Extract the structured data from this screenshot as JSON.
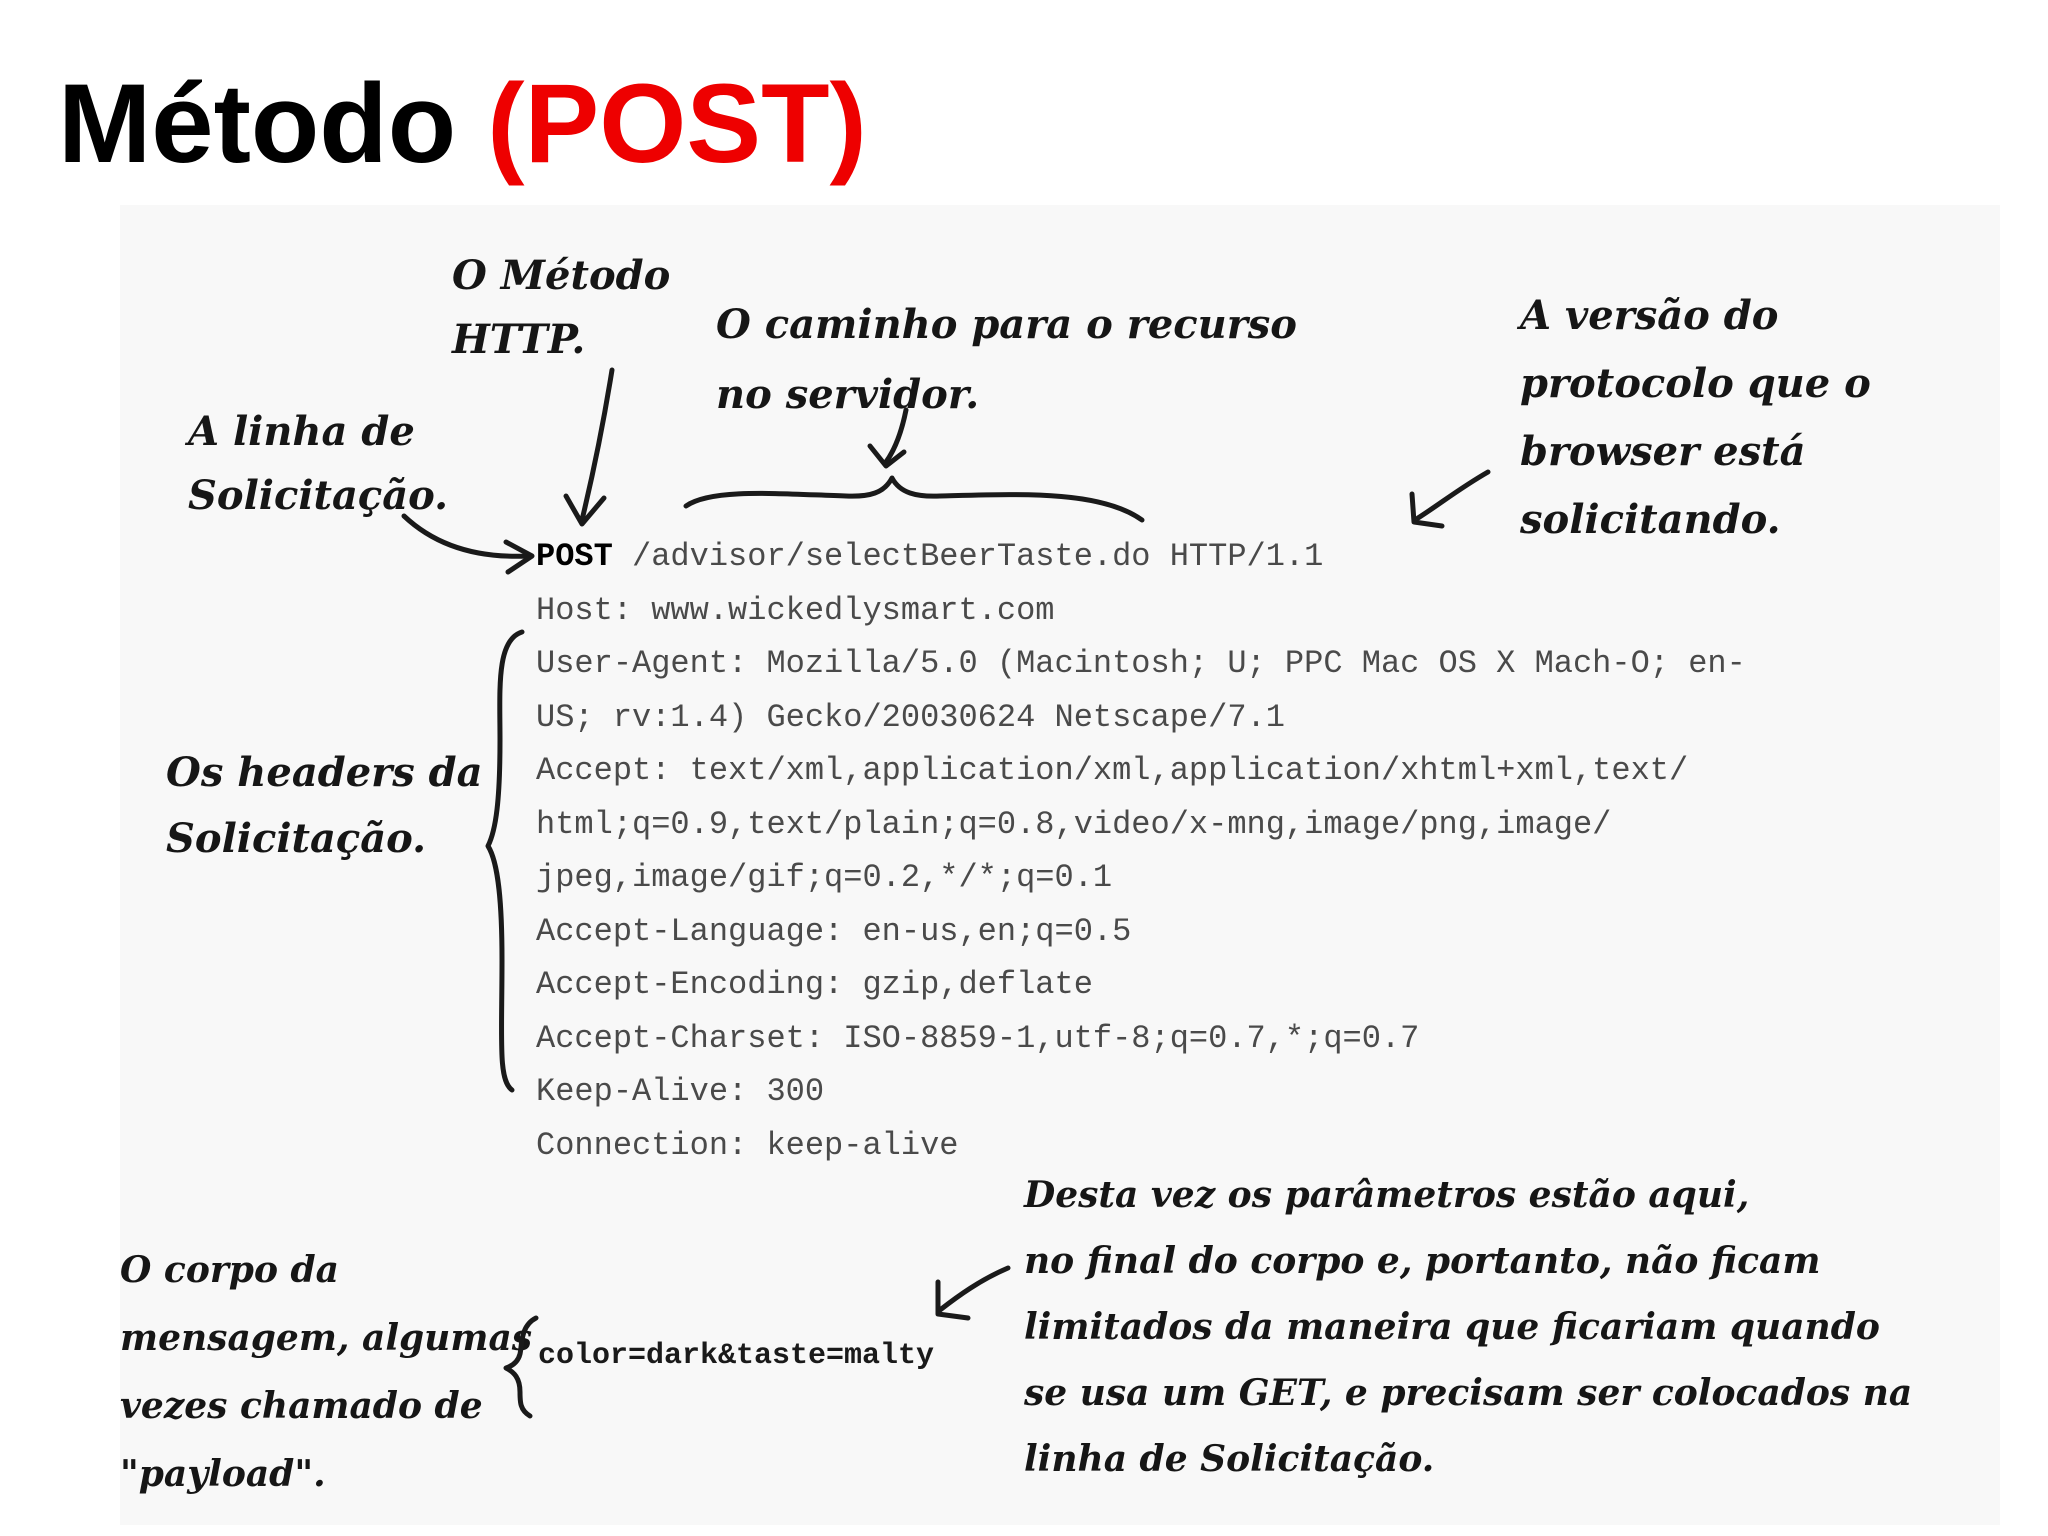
{
  "slide": {
    "title_prefix": "Método",
    "title_accent": "(POST)",
    "accent_color": "#ee0000"
  },
  "request": {
    "method": "POST",
    "request_line_rest": " /advisor/selectBeerTaste.do HTTP/1.1",
    "headers": [
      "Host: www.wickedlysmart.com",
      "User-Agent: Mozilla/5.0 (Macintosh; U; PPC Mac OS X Mach-O; en-",
      "US; rv:1.4) Gecko/20030624 Netscape/7.1",
      "Accept: text/xml,application/xml,application/xhtml+xml,text/",
      "html;q=0.9,text/plain;q=0.8,video/x-mng,image/png,image/",
      "jpeg,image/gif;q=0.2,*/*;q=0.1",
      "Accept-Language: en-us,en;q=0.5",
      "Accept-Encoding: gzip,deflate",
      "Accept-Charset: ISO-8859-1,utf-8;q=0.7,*;q=0.7",
      "Keep-Alive: 300",
      "Connection: keep-alive"
    ],
    "body": "color=dark&taste=malty"
  },
  "annotations": {
    "http_method": "O Método\nHTTP.",
    "resource_path": "O caminho para o recurso\nno servidor.",
    "protocol_version": "A versão do\nprotocolo que o\nbrowser está\nsolicitando.",
    "request_line": "A linha de\nSolicitação.",
    "request_headers": "Os headers da\nSolicitação.",
    "message_body": "O corpo da\nmensagem, algumas\nvezes chamado de\n\"payload\".",
    "parameters_note": "Desta vez os parâmetros estão aqui,\nno final do corpo e, portanto, não ficam\nlimitados da maneira que ficariam quando\nse usa um GET, e precisam ser colocados na\nlinha de Solicitação."
  }
}
